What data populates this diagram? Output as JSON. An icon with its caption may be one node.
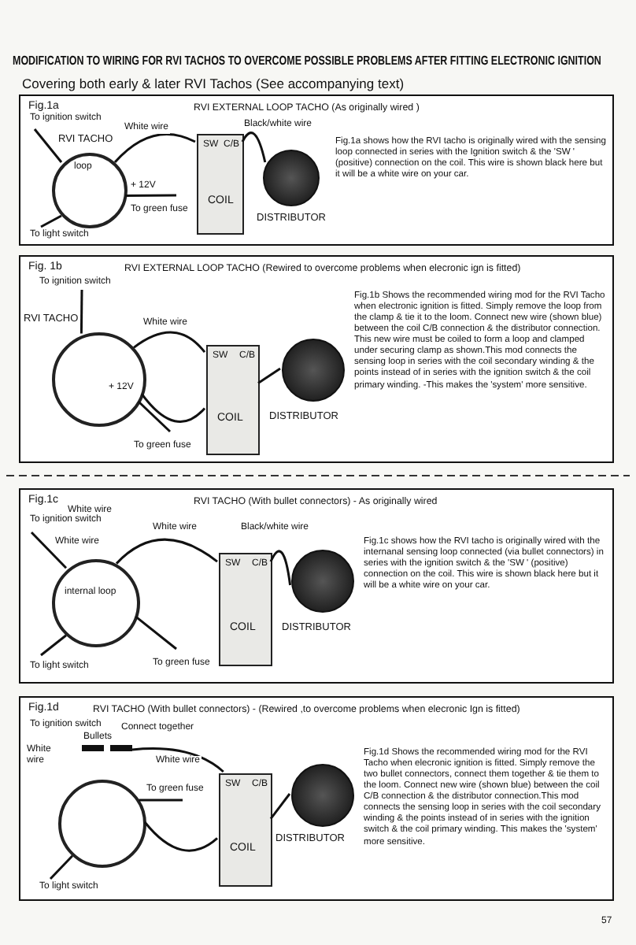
{
  "diagram": {
    "title": "MODIFICATION TO WIRING FOR RVI TACHOS TO OVERCOME POSSIBLE PROBLEMS AFTER FITTING ELECTRONIC IGNITION",
    "nodes": [
      {
        "text": [
          "Fig.1a",
          "RVI EXTERNAL LOOP TACHO (As originally wired )",
          "Fig.1a shows how the RVI tacho is originally wired with the sensing loop connected in series with the Ignition switch & the 'SW ' (positive) connection on the coil. This wire is shown black here but it will be a white wire on your car."
        ]
      },
      {
        "text": [],
        "shape": "circle",
        "in": 0,
        "beside": [
          "RVI TACHO"
        ]
      },
      {
        "text": [
          "SW",
          "C/B",
          "COIL"
        ],
        "in": 0
      },
      {
        "text": [],
        "shape": "circle",
        "in": 0,
        "beside": [
          "DISTRIBUTOR"
        ]
      },
      {
        "text": [
          "Fig. 1b",
          "RVI EXTERNAL LOOP TACHO (Rewired to overcome problems when elecronic ign is fitted)",
          "Fig.1b Shows the recommended wiring mod for the RVI Tacho when electronic ignition is fitted. Simply remove the loop from the clamp & tie it to the loom. Connect new wire (shown blue) between the coil C/B connection & the distributor connection. This new wire must be coiled to form a loop and clamped under securing clamp as shown.This mod connects the sensing loop in series with the coil secondary winding & the points instead of in series with the ignition switch & the coil primary winding. -This makes the 'system' more sensitive."
        ]
      },
      {
        "text": [],
        "shape": "circle",
        "in": 4,
        "beside": [
          "RVI TACHO"
        ]
      },
      {
        "text": [
          "SW",
          "C/B",
          "COIL"
        ],
        "in": 4
      },
      {
        "text": [],
        "shape": "circle",
        "in": 4,
        "beside": [
          "DISTRIBUTOR"
        ]
      },
      {
        "text": [
          "Fig.1c",
          "RVI TACHO (With bullet connectors) - As originally wired",
          "Fig.1c shows how the RVI tacho is originally wired with the internanal sensing loop connected (via bullet connectors) in series with the ignition switch & the 'SW ' (positive) connection on the coil. This wire is shown black here but it will be a white wire on your car."
        ]
      },
      {
        "text": [],
        "shape": "circle",
        "in": 8
      },
      {
        "text": [
          "SW",
          "C/B",
          "COIL"
        ],
        "in": 8
      },
      {
        "text": [],
        "shape": "circle",
        "in": 8,
        "beside": [
          "DISTRIBUTOR"
        ]
      },
      {
        "text": [
          "Fig.1d",
          "RVI TACHO (With bullet connectors) - (Rewired ,to overcome problems when elecronic Ign is fitted)",
          "Fig.1d Shows the recommended wiring mod for the RVI Tacho when elecronic ignition is fitted. Simply remove the two bullet connectors, connect them together & tie them to the loom. Connect new wire (shown blue) between the coil C/B connection & the distributor connection.This mod connects the sensing loop in series with the coil secondary winding & the points instead of in series with the ignition switch & the coil primary winding. This makes the 'system' more sensitive."
        ]
      },
      {
        "text": [],
        "shape": "circle",
        "in": 12
      },
      {
        "text": [
          "SW",
          "C/B",
          "COIL"
        ],
        "in": 12
      },
      {
        "text": [],
        "shape": "circle",
        "in": 12,
        "beside": [
          "DISTRIBUTOR"
        ]
      }
    ],
    "edges": [
      {
        "from": 1,
        "to": 2,
        "arrow": "none",
        "label": "White wire"
      },
      {
        "from": 2,
        "to": 3,
        "arrow": "none",
        "label": "Black/white wire"
      },
      {
        "from": 1,
        "to": null,
        "arrow": "none",
        "label": "To ignition switch"
      },
      {
        "from": 1,
        "to": null,
        "arrow": "none",
        "label": "To green fuse"
      },
      {
        "from": 1,
        "to": null,
        "arrow": "none",
        "label": "To light switch"
      },
      {
        "from": 5,
        "to": 6,
        "arrow": "none",
        "label": "White wire"
      },
      {
        "from": 6,
        "to": 7,
        "arrow": "none"
      },
      {
        "from": 6,
        "to": 5,
        "arrow": "none"
      },
      {
        "from": 5,
        "to": null,
        "arrow": "none",
        "label": "To ignition switch"
      },
      {
        "from": 5,
        "to": null,
        "arrow": "none",
        "label": "To green fuse"
      },
      {
        "from": 9,
        "to": 10,
        "arrow": "none",
        "label": "White wire"
      },
      {
        "from": 10,
        "to": 11,
        "arrow": "none",
        "label": "Black/white wire"
      },
      {
        "from": 9,
        "to": null,
        "arrow": "none",
        "label": "To ignition switch"
      },
      {
        "from": 9,
        "to": null,
        "arrow": "none",
        "label": "To green fuse"
      },
      {
        "from": 9,
        "to": null,
        "arrow": "none",
        "label": "To light switch"
      },
      {
        "from": null,
        "to": 14,
        "arrow": "none",
        "label": "White wire"
      },
      {
        "from": 13,
        "to": 14,
        "arrow": "none"
      },
      {
        "from": 14,
        "to": 15,
        "arrow": "none"
      },
      {
        "from": 13,
        "to": null,
        "arrow": "none",
        "label": "To green fuse"
      },
      {
        "from": 13,
        "to": null,
        "arrow": "none",
        "label": "To light switch"
      }
    ],
    "labels": [
      "Covering both early & later RVI Tachos (See accompanying text)",
      "loop",
      "+ 12V",
      "+ 12V",
      "White wire",
      "White wire",
      "internal loop",
      "To ignition switch",
      "Connect together",
      "Bullets",
      "White wire",
      "57"
    ]
  }
}
